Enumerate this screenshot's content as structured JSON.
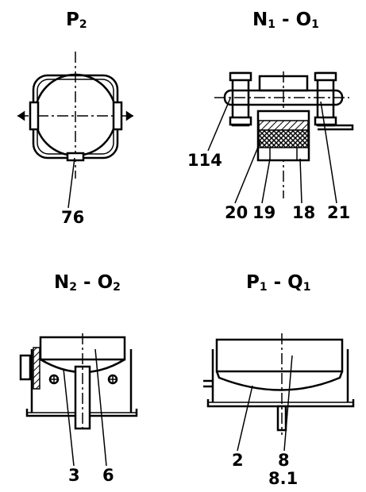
{
  "views": {
    "p2": {
      "title": {
        "main": "P",
        "sub": "2"
      },
      "labels": [
        "76"
      ]
    },
    "n1o1": {
      "title": {
        "a": "N",
        "a_sub": "1",
        "sep": " - ",
        "b": "O",
        "b_sub": "1"
      },
      "labels": [
        "114",
        "20",
        "19",
        "18",
        "21"
      ]
    },
    "n2o2": {
      "title": {
        "a": "N",
        "a_sub": "2",
        "sep": " - ",
        "b": "O",
        "b_sub": "2"
      },
      "labels": [
        "3",
        "6"
      ]
    },
    "p1q1": {
      "title": {
        "a": "P",
        "a_sub": "1",
        "sep": " - ",
        "b": "Q",
        "b_sub": "1"
      },
      "labels": [
        "2",
        "8",
        "8.1"
      ]
    }
  }
}
